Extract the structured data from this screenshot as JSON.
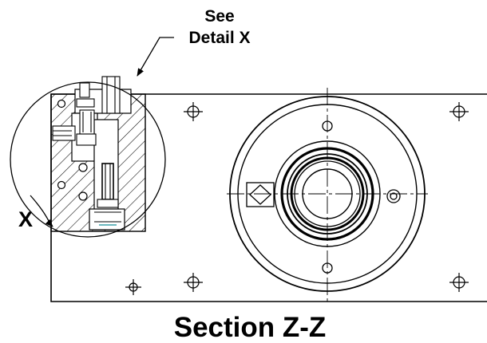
{
  "callout": {
    "line1": "See",
    "line2": "Detail X"
  },
  "detail_marker": "X",
  "section_title": "Section Z-Z"
}
